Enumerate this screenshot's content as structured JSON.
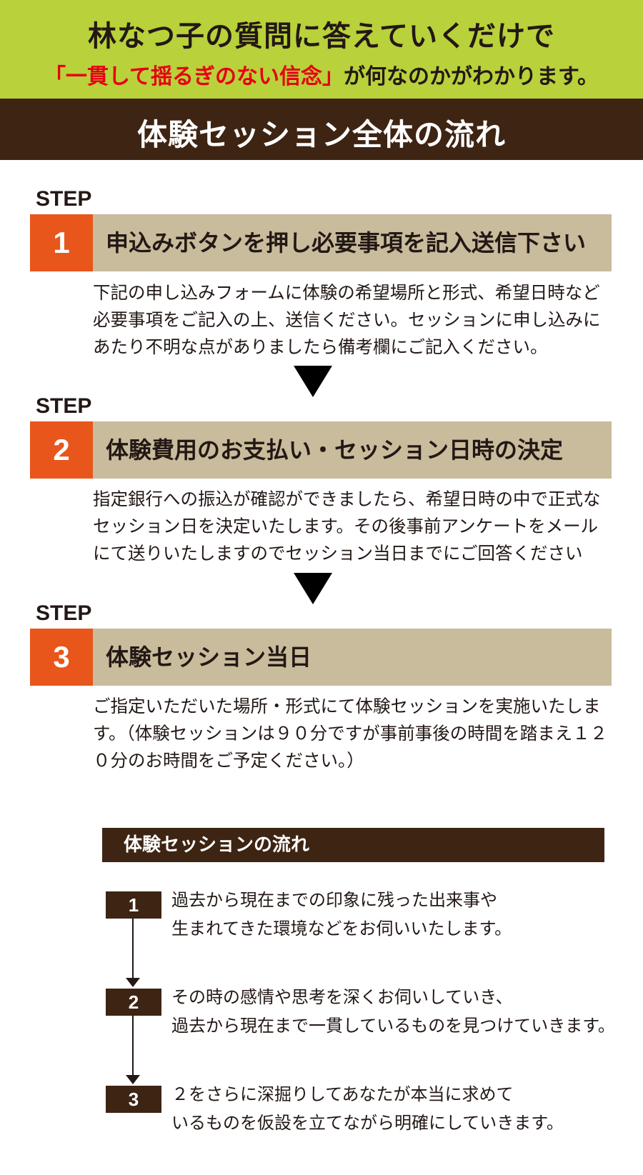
{
  "header": {
    "line1": "林なつ子の質問に答えていくだけで",
    "line2_emphasis": "「一貫して揺るぎのない信念」",
    "line2_rest": "が何なのかがわかります。",
    "section_title": "体験セッション全体の流れ"
  },
  "steps": [
    {
      "label": "STEP",
      "number": "1",
      "title": "申込みボタンを押し必要事項を記入送信下さい",
      "description": "下記の申し込みフォームに体験の希望場所と形式、希望日時など必要事項をご記入の上、送信ください。セッションに申し込みにあたり不明な点がありましたら備考欄にご記入ください。"
    },
    {
      "label": "STEP",
      "number": "2",
      "title": "体験費用のお支払い・セッション日時の決定",
      "description": "指定銀行への振込が確認ができましたら、希望日時の中で正式なセッション日を決定いたします。その後事前アンケートをメールにて送りいたしますのでセッション当日までにご回答ください"
    },
    {
      "label": "STEP",
      "number": "3",
      "title": "体験セッション当日",
      "description": "ご指定いただいた場所・形式にて体験セッションを実施いたします。（体験セッションは９０分ですが事前事後の時間を踏まえ１２０分のお時間をご予定ください。）"
    }
  ],
  "session_flow": {
    "title": "体験セッションの流れ",
    "items": [
      {
        "number": "1",
        "line1": "過去から現在までの印象に残った出来事や",
        "line2": "生まれてきた環境などをお伺いいたします。"
      },
      {
        "number": "2",
        "line1": "その時の感情や思考を深くお伺いしていき、",
        "line2": "過去から現在まで一貫しているものを見つけていきます。"
      },
      {
        "number": "3",
        "line1": "２をさらに深掘りしてあなたが本当に求めて",
        "line2": "いるものを仮設を立てながら明確にしていきます。"
      }
    ]
  },
  "colors": {
    "banner_green": "#b9d13a",
    "dark_brown": "#3e2413",
    "step_orange": "#e8561b",
    "step_beige": "#c9bc9c",
    "emphasis_red": "#e60012"
  }
}
